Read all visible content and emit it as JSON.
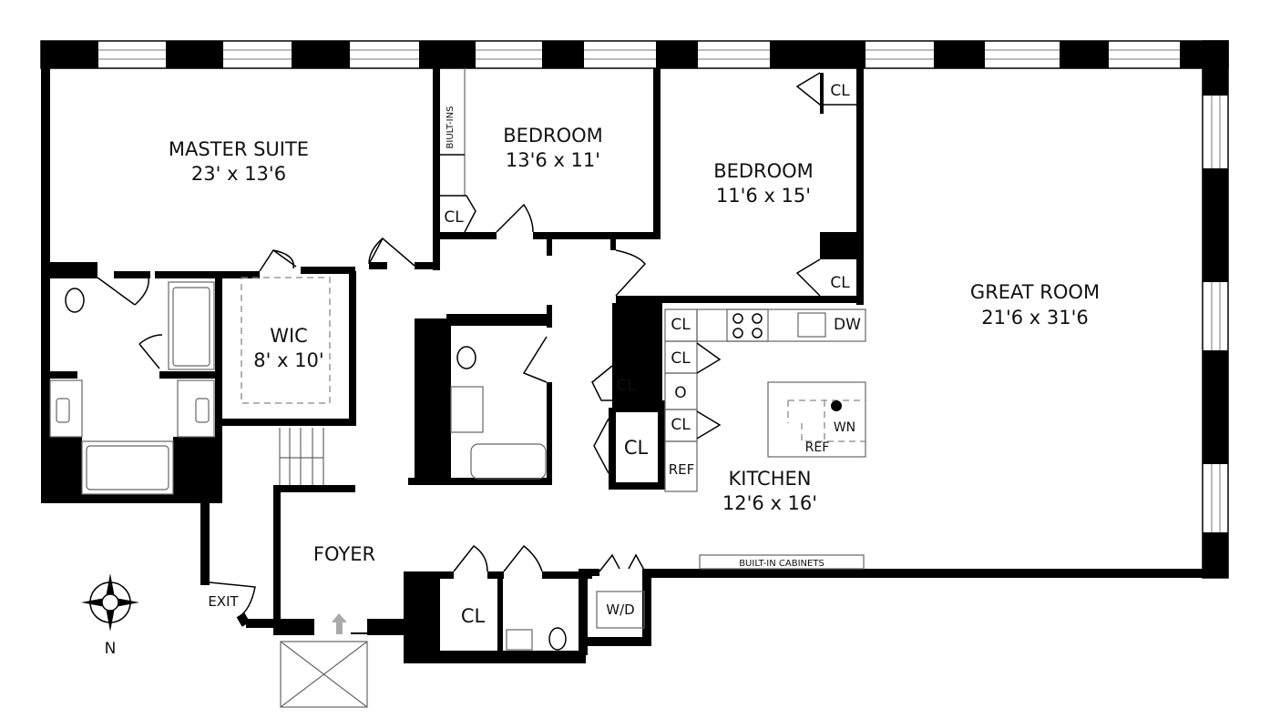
{
  "plan": {
    "rooms": {
      "master_suite": {
        "name": "MASTER SUITE",
        "size": "23' x 13'6"
      },
      "bedroom_1": {
        "name": "BEDROOM",
        "size": "13'6 x 11'"
      },
      "bedroom_2": {
        "name": "BEDROOM",
        "size": "11'6 x 15'"
      },
      "great_room": {
        "name": "GREAT ROOM",
        "size": "21'6 x 31'6"
      },
      "wic": {
        "name": "WIC",
        "size": "8' x 10'"
      },
      "kitchen": {
        "name": "KITCHEN",
        "size": "12'6 x 16'"
      },
      "foyer": {
        "name": "FOYER"
      }
    },
    "closets": [
      "CL",
      "CL",
      "CL",
      "CL",
      "CL",
      "CL",
      "CL",
      "CL",
      "CL"
    ],
    "fixtures": {
      "oven": "O",
      "ref": "REF",
      "dw": "DW",
      "wd": "W/D",
      "wine": "WN",
      "island_ref": "REF",
      "built_ins": "BIULT-INS",
      "built_in_cabinets": "BUILT-IN CABINETS"
    },
    "exit": "EXIT",
    "compass": "N",
    "colors": {
      "walls": "#000000",
      "entry_arrow": "#aaaaaa"
    }
  }
}
